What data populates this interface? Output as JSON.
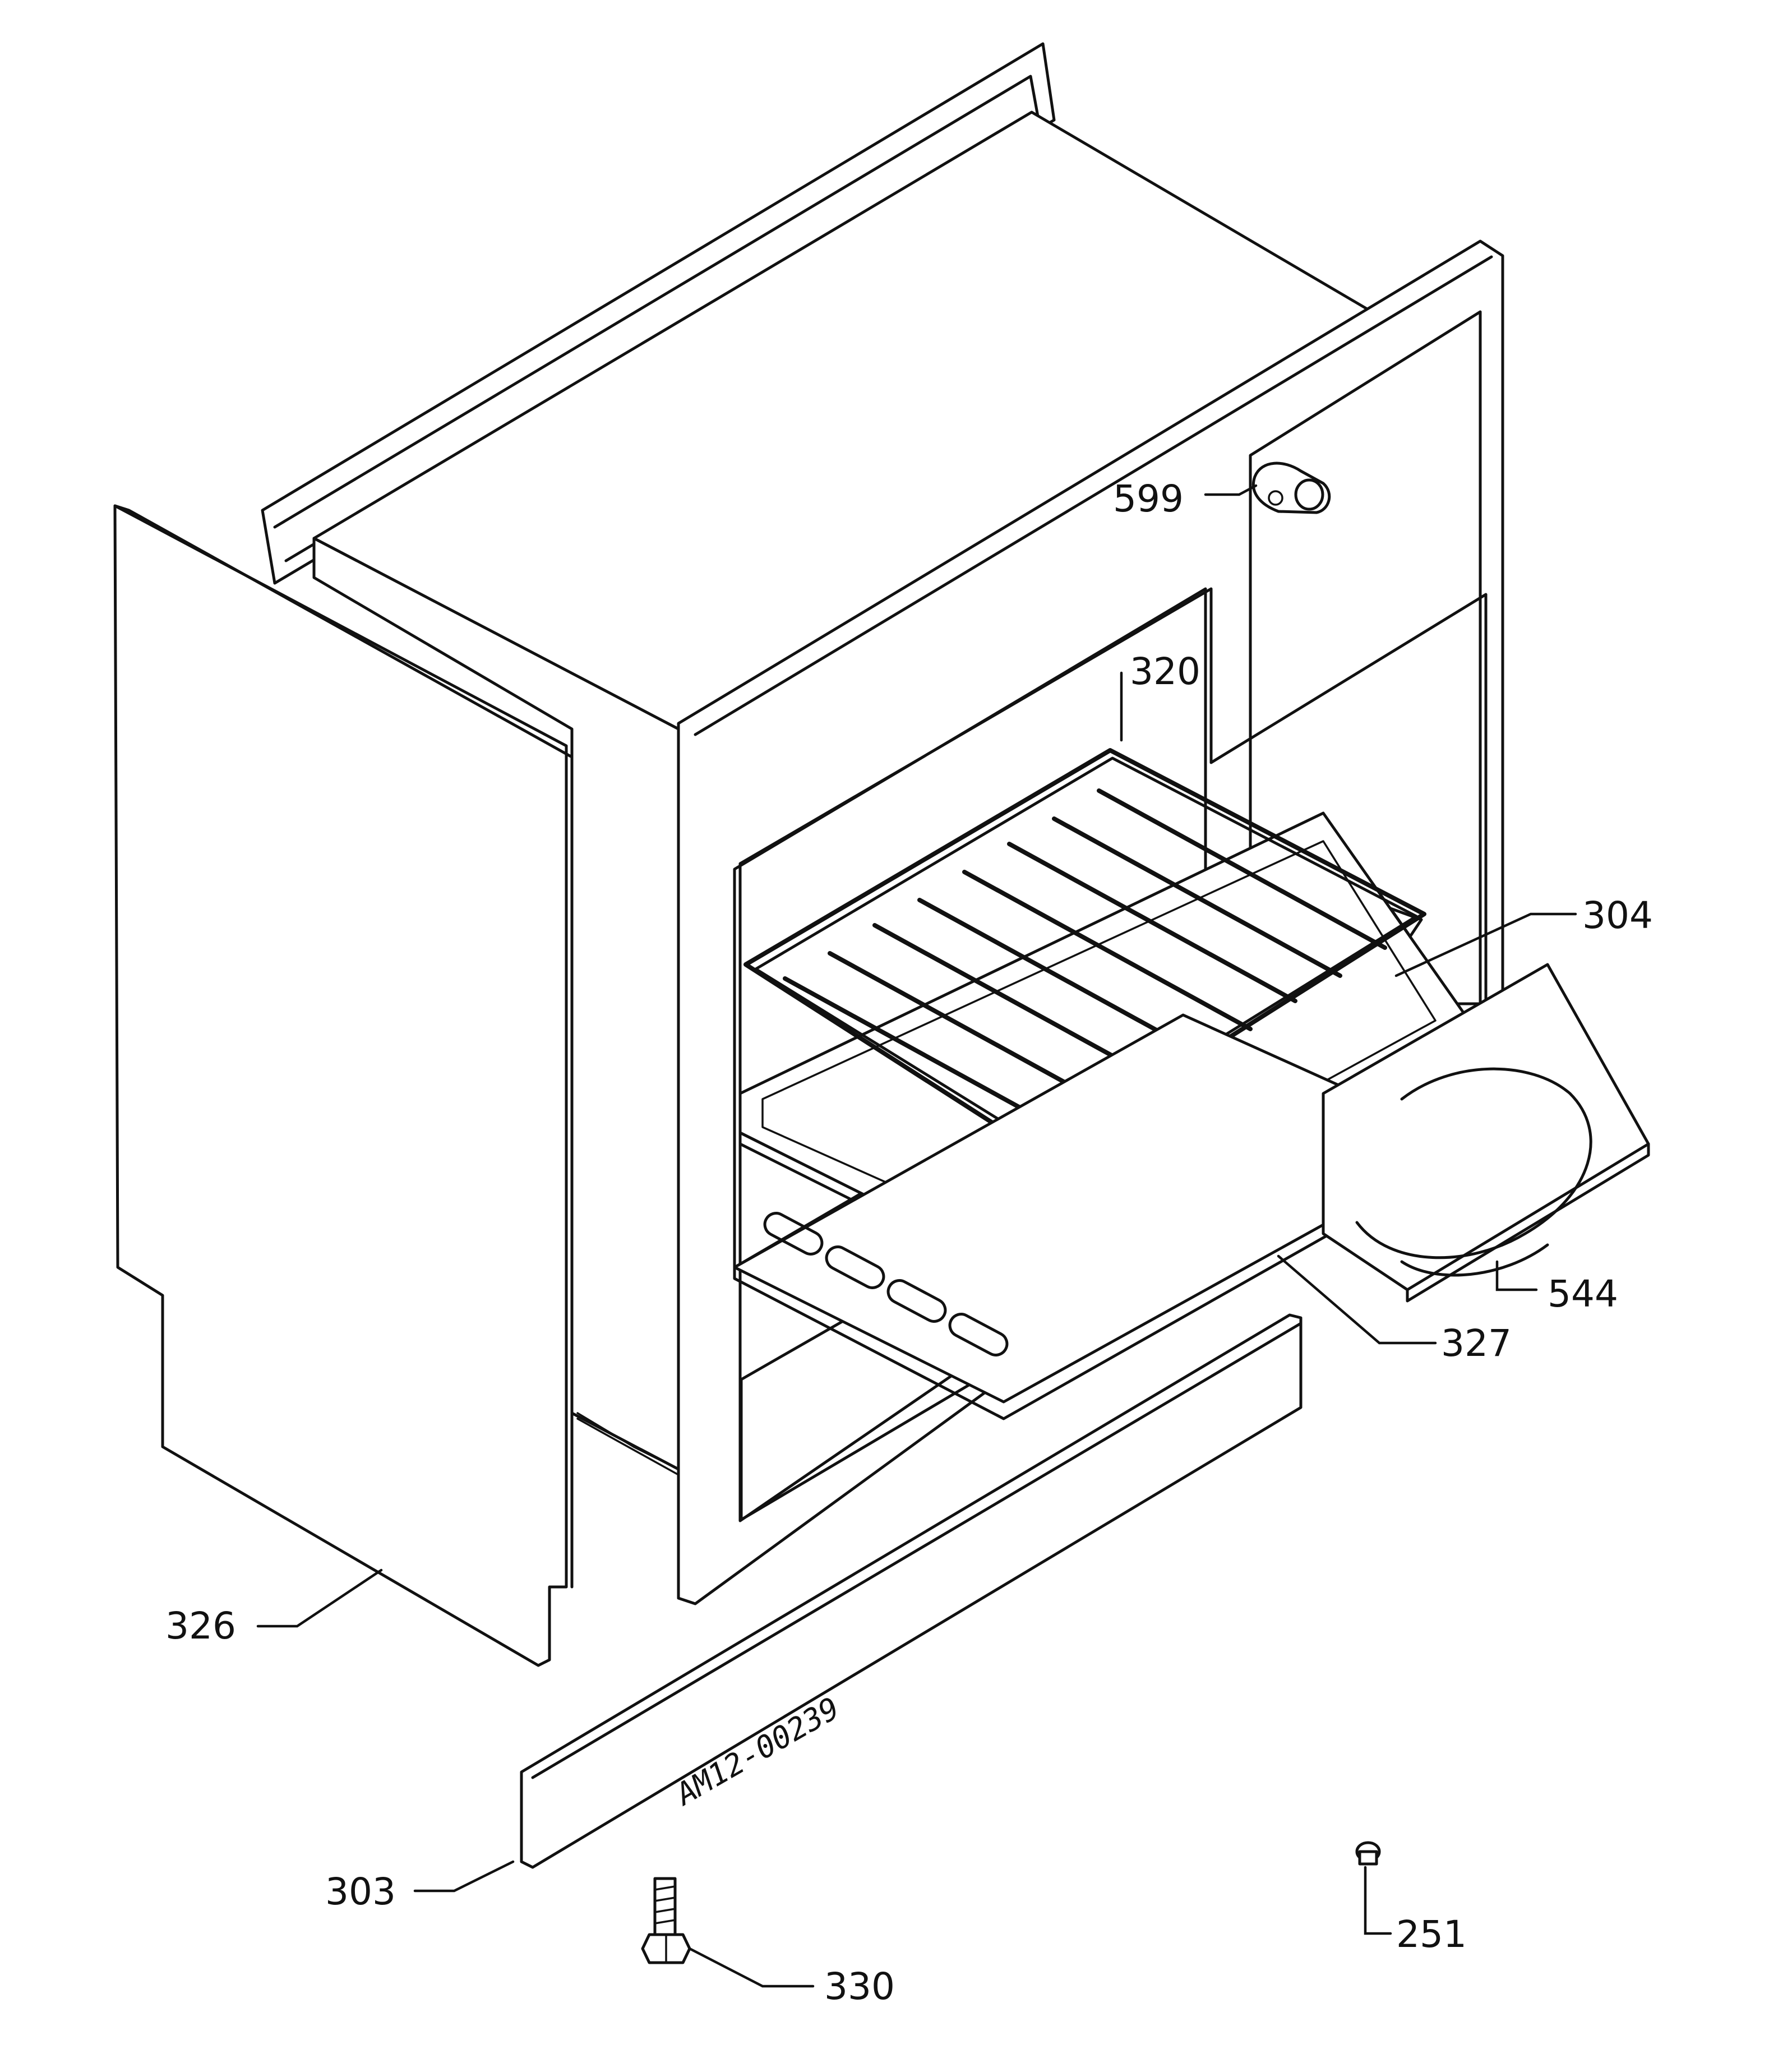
{
  "parts": [
    {
      "id": "599",
      "label": "599"
    },
    {
      "id": "320",
      "label": "320"
    },
    {
      "id": "304",
      "label": "304"
    },
    {
      "id": "544",
      "label": "544"
    },
    {
      "id": "327",
      "label": "327"
    },
    {
      "id": "326",
      "label": "326"
    },
    {
      "id": "303",
      "label": "303"
    },
    {
      "id": "330",
      "label": "330"
    },
    {
      "id": "251",
      "label": "251"
    }
  ],
  "drawing_code": "AM12-00239"
}
